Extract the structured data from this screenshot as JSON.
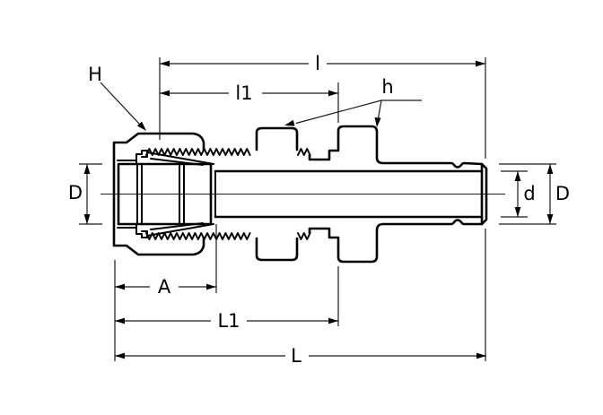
{
  "drawing": {
    "description": "tube-fitting bulkhead connector cross-section",
    "dimension_labels": {
      "nut_hex": "H",
      "thread_engagement": "l",
      "bulkhead_thread_length": "l1",
      "locknut_hex": "h",
      "tube_od_left": "D",
      "inner_diameter": "d",
      "tube_od_right": "D",
      "nut_length": "A",
      "body_length": "L1",
      "overall_length": "L"
    },
    "colors": {
      "line": "#000000",
      "thin_line": "#1a1a1a",
      "background": "#ffffff"
    }
  }
}
